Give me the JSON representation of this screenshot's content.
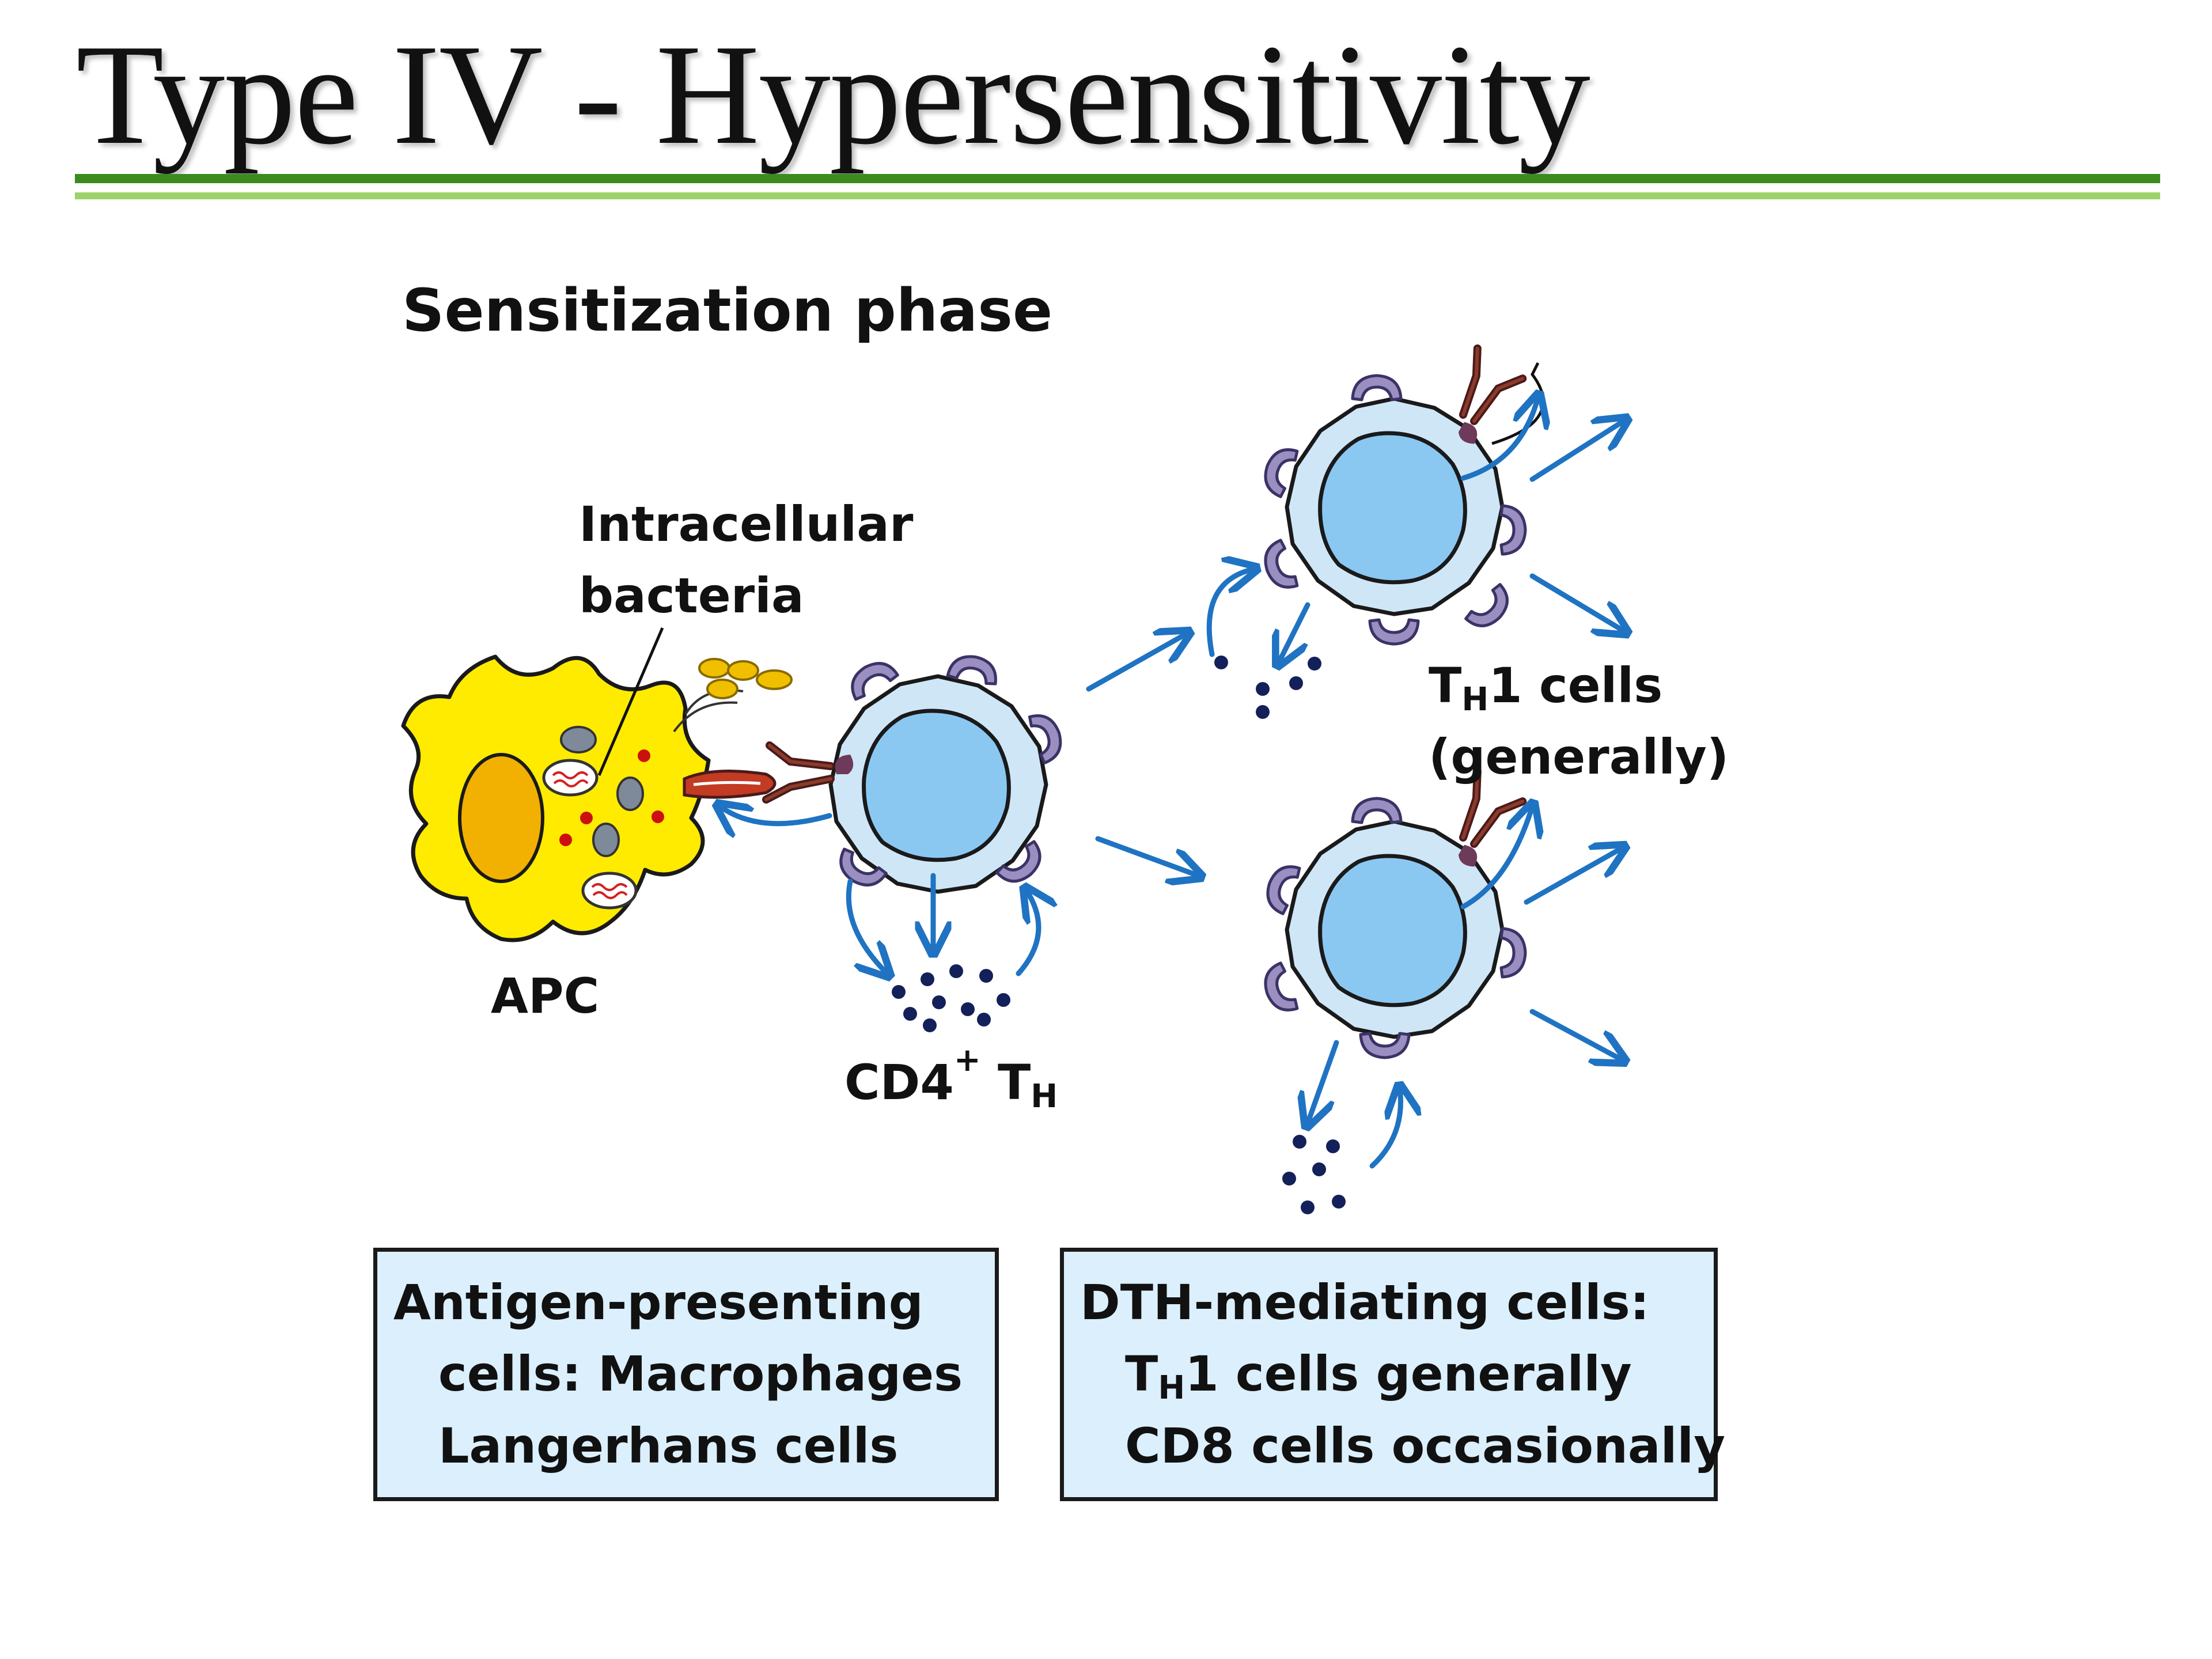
{
  "slide": {
    "title": "Type IV - Hypersensitivity",
    "phase_label": "Sensitization phase"
  },
  "labels": {
    "bacteria_line1": "Intracellular",
    "bacteria_line2": "bacteria",
    "apc": "APC",
    "cd4_main": "CD4",
    "cd4_sup": "+",
    "cd4_t": " T",
    "cd4_sub": "H",
    "th1_t": "T",
    "th1_sub": "H",
    "th1_rest": "1 cells",
    "th1_line2": "(generally)"
  },
  "boxes": {
    "apc_box": {
      "line1": "Antigen-presenting",
      "line2": "cells: Macrophages",
      "line3": "Langerhans cells"
    },
    "dth_box": {
      "line1": "DTH-mediating cells:",
      "line2_t": "T",
      "line2_sub": "H",
      "line2_rest": "1 cells generally",
      "line3": "CD8 cells occasionally"
    }
  },
  "colors": {
    "title_rule_dark": "#3a8c1e",
    "title_rule_light": "#9cd26a",
    "apc_fill": "#ffeb00",
    "nucleus_apc": "#f2b000",
    "t_cell_outer": "#cfe6f7",
    "t_cell_nucleus": "#8ac8f2",
    "receptor": "#9a8fc0",
    "arrow": "#1f73c2",
    "cytokine_dot": "#14205a",
    "box_fill": "#dbeffc"
  }
}
